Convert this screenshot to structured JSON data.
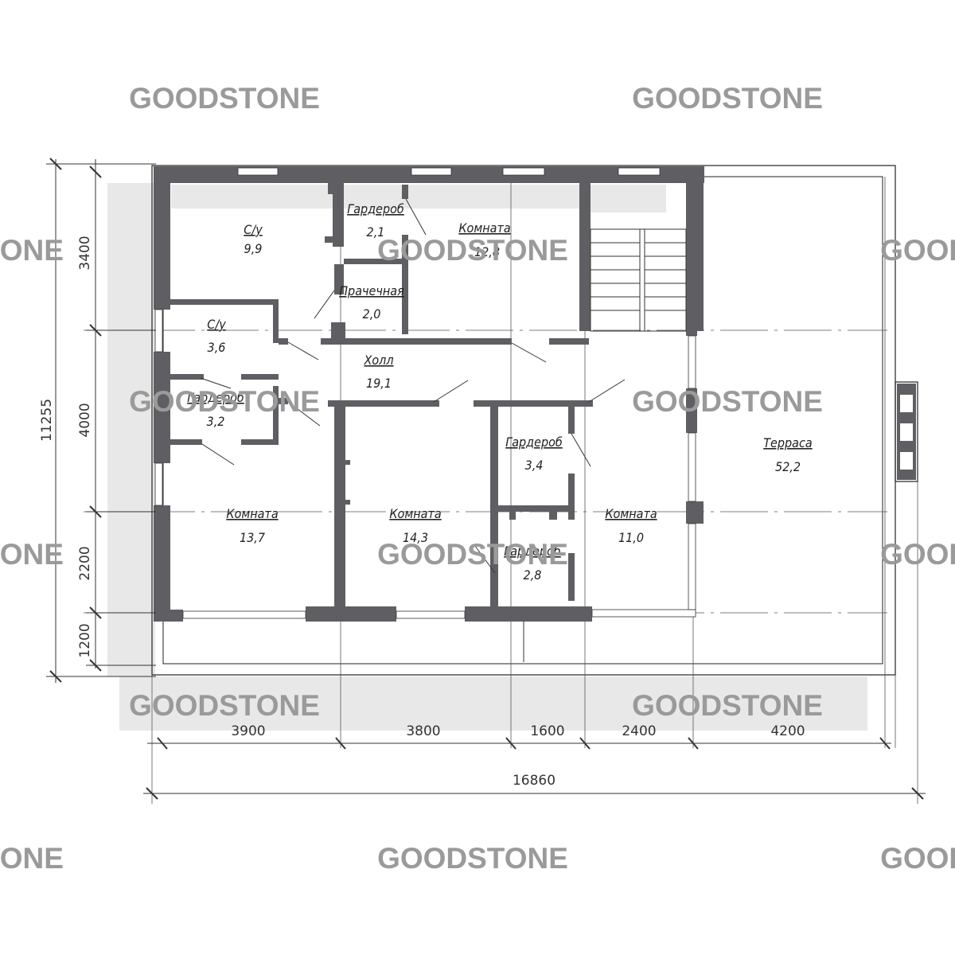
{
  "watermark": {
    "text": "GOODSTONE"
  },
  "rooms": [
    {
      "id": "bathroom-1",
      "name": "С/у",
      "area": "9,9"
    },
    {
      "id": "wardrobe-1",
      "name": "Гардероб",
      "area": "2,1"
    },
    {
      "id": "room-1",
      "name": "Комната",
      "area": "12,8"
    },
    {
      "id": "laundry",
      "name": "Прачечная",
      "area": "2,0"
    },
    {
      "id": "bathroom-2",
      "name": "С/у",
      "area": "3,6"
    },
    {
      "id": "hall",
      "name": "Холл",
      "area": "19,1"
    },
    {
      "id": "wardrobe-2",
      "name": "Гардероб",
      "area": "3,2"
    },
    {
      "id": "wardrobe-3",
      "name": "Гардероб",
      "area": "3,4"
    },
    {
      "id": "terrace",
      "name": "Терраса",
      "area": "52,2"
    },
    {
      "id": "room-2",
      "name": "Комната",
      "area": "13,7"
    },
    {
      "id": "room-3",
      "name": "Комната",
      "area": "14,3"
    },
    {
      "id": "room-4",
      "name": "Комната",
      "area": "11,0"
    },
    {
      "id": "wardrobe-4",
      "name": "Гардероб",
      "area": "2,8"
    }
  ],
  "dimensions": {
    "vertical_total": "11255",
    "vertical": [
      "3400",
      "4000",
      "2200",
      "1200"
    ],
    "horizontal": [
      "3900",
      "3800",
      "1600",
      "2400",
      "4200"
    ],
    "horizontal_total": "16860"
  }
}
